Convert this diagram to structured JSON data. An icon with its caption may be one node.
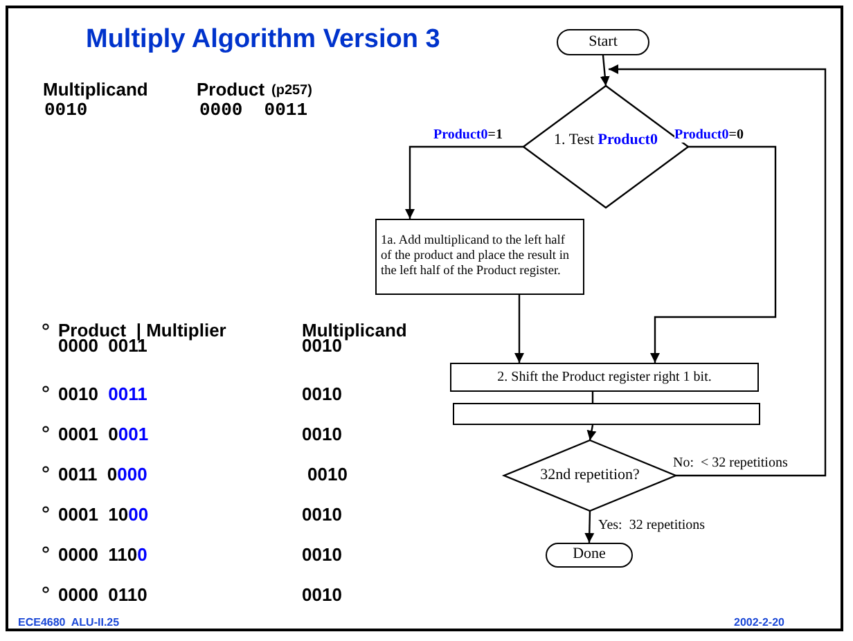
{
  "diagram": {
    "title": "Multiply Algorithm Version 3",
    "nodes": [
      {
        "text": [
          "Start"
        ]
      },
      {
        "text": [
          "1. Test **Product0**"
        ]
      },
      {
        "text": [
          "1a. Add multiplicand to the left half of the product and place the result in the left half of the Product register."
        ]
      },
      {
        "text": [
          "2. Shift the Product register right 1 bit."
        ]
      },
      {
        "text": [],
        "shape": "box"
      },
      {
        "text": [
          "32nd  repetition?"
        ]
      },
      {
        "text": [
          "Done"
        ]
      }
    ],
    "edges": [
      {
        "from": 0,
        "to": 1,
        "arrow": "to"
      },
      {
        "from": 1,
        "to": 2,
        "arrow": "to",
        "label": "**Product0**=1"
      },
      {
        "from": 1,
        "to": 3,
        "arrow": "to",
        "label": "**Product0**=0"
      },
      {
        "from": 2,
        "to": 3,
        "arrow": "to"
      },
      {
        "from": 3,
        "to": 4,
        "arrow": "none"
      },
      {
        "from": 4,
        "to": 5,
        "arrow": "to"
      },
      {
        "from": 5,
        "to": 6,
        "arrow": "to",
        "label": "Yes:  32 repetitions"
      },
      {
        "from": 5,
        "to": 1,
        "arrow": "to",
        "label": "No:  < 32 repetitions"
      }
    ],
    "labels": [
      "Multiplicand",
      "Product",
      "(p257)",
      "0010",
      "0000  0011",
      "Product  | Multiplier",
      "Multiplicand",
      "0000  0011",
      "0010",
      "0010  **0011**",
      "0010",
      "0001  0**001**",
      "0010",
      "0011  0**000**",
      "0010",
      "0001  10**00**",
      "0010",
      "0000  110**0**",
      "0010",
      "0000  0110",
      "0010",
      "ECE4680  ALU-II.25",
      "2002-2-20"
    ]
  }
}
